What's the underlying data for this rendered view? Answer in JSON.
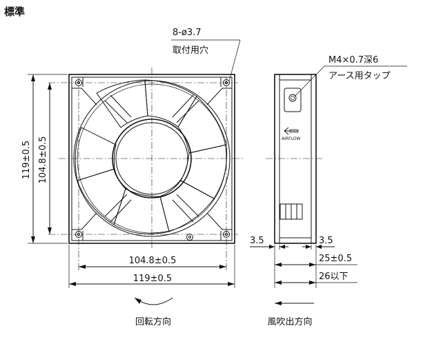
{
  "title": "標準",
  "labels": {
    "hole_spec": "8-ø3.7",
    "hole_note": "取付用穴",
    "screw_spec": "M4×0.7深6",
    "screw_note": "アース用タップ",
    "height_outer": "119±0.5",
    "height_pitch": "104.8±0.5",
    "width_pitch": "104.8±0.5",
    "width_outer": "119±0.5",
    "side_left": "3.5",
    "side_right": "3.5",
    "side_flange": "25±0.5",
    "side_total": "26以下",
    "airflow_mark": "AIRFLOW",
    "rotation": "回転方向",
    "airflow": "風吹出方向"
  }
}
